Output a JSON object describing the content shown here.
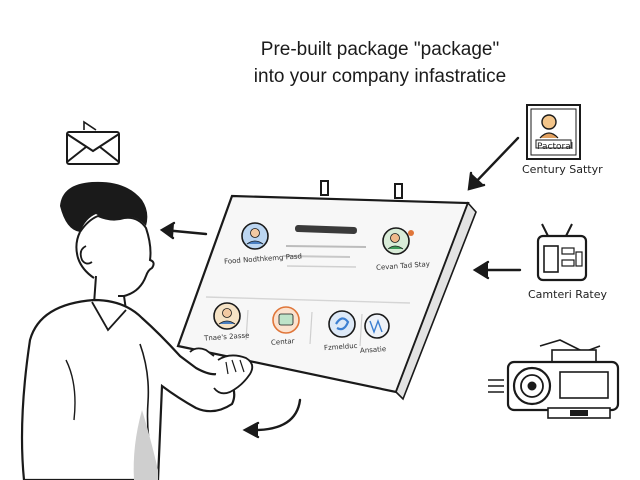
{
  "headline": {
    "line1": "Pre-built package \"package\"",
    "line2": "into your company infastratice"
  },
  "right_items": [
    {
      "label": "Century Sattyr",
      "badge": "Pactoral",
      "icon": "person-card-icon"
    },
    {
      "label": "Camteri Ratey",
      "icon": "robot-device-icon"
    },
    {
      "label": "",
      "icon": "camera-machine-icon"
    }
  ],
  "board": {
    "card_labels": [
      "Food Nodthkemg Pasd",
      "Cevan Tad Stay",
      "Tnae's 2asse",
      "Centar",
      "Fzmelduc",
      "Ansatie"
    ]
  },
  "icons": [
    "mail-icon",
    "person-sketch",
    "clip-icon",
    "arrow-icon"
  ],
  "colors": {
    "ink": "#1a1a1a",
    "accent_orange": "#e0763a",
    "accent_blue": "#3c7fd1",
    "accent_green": "#3f9b5a"
  }
}
